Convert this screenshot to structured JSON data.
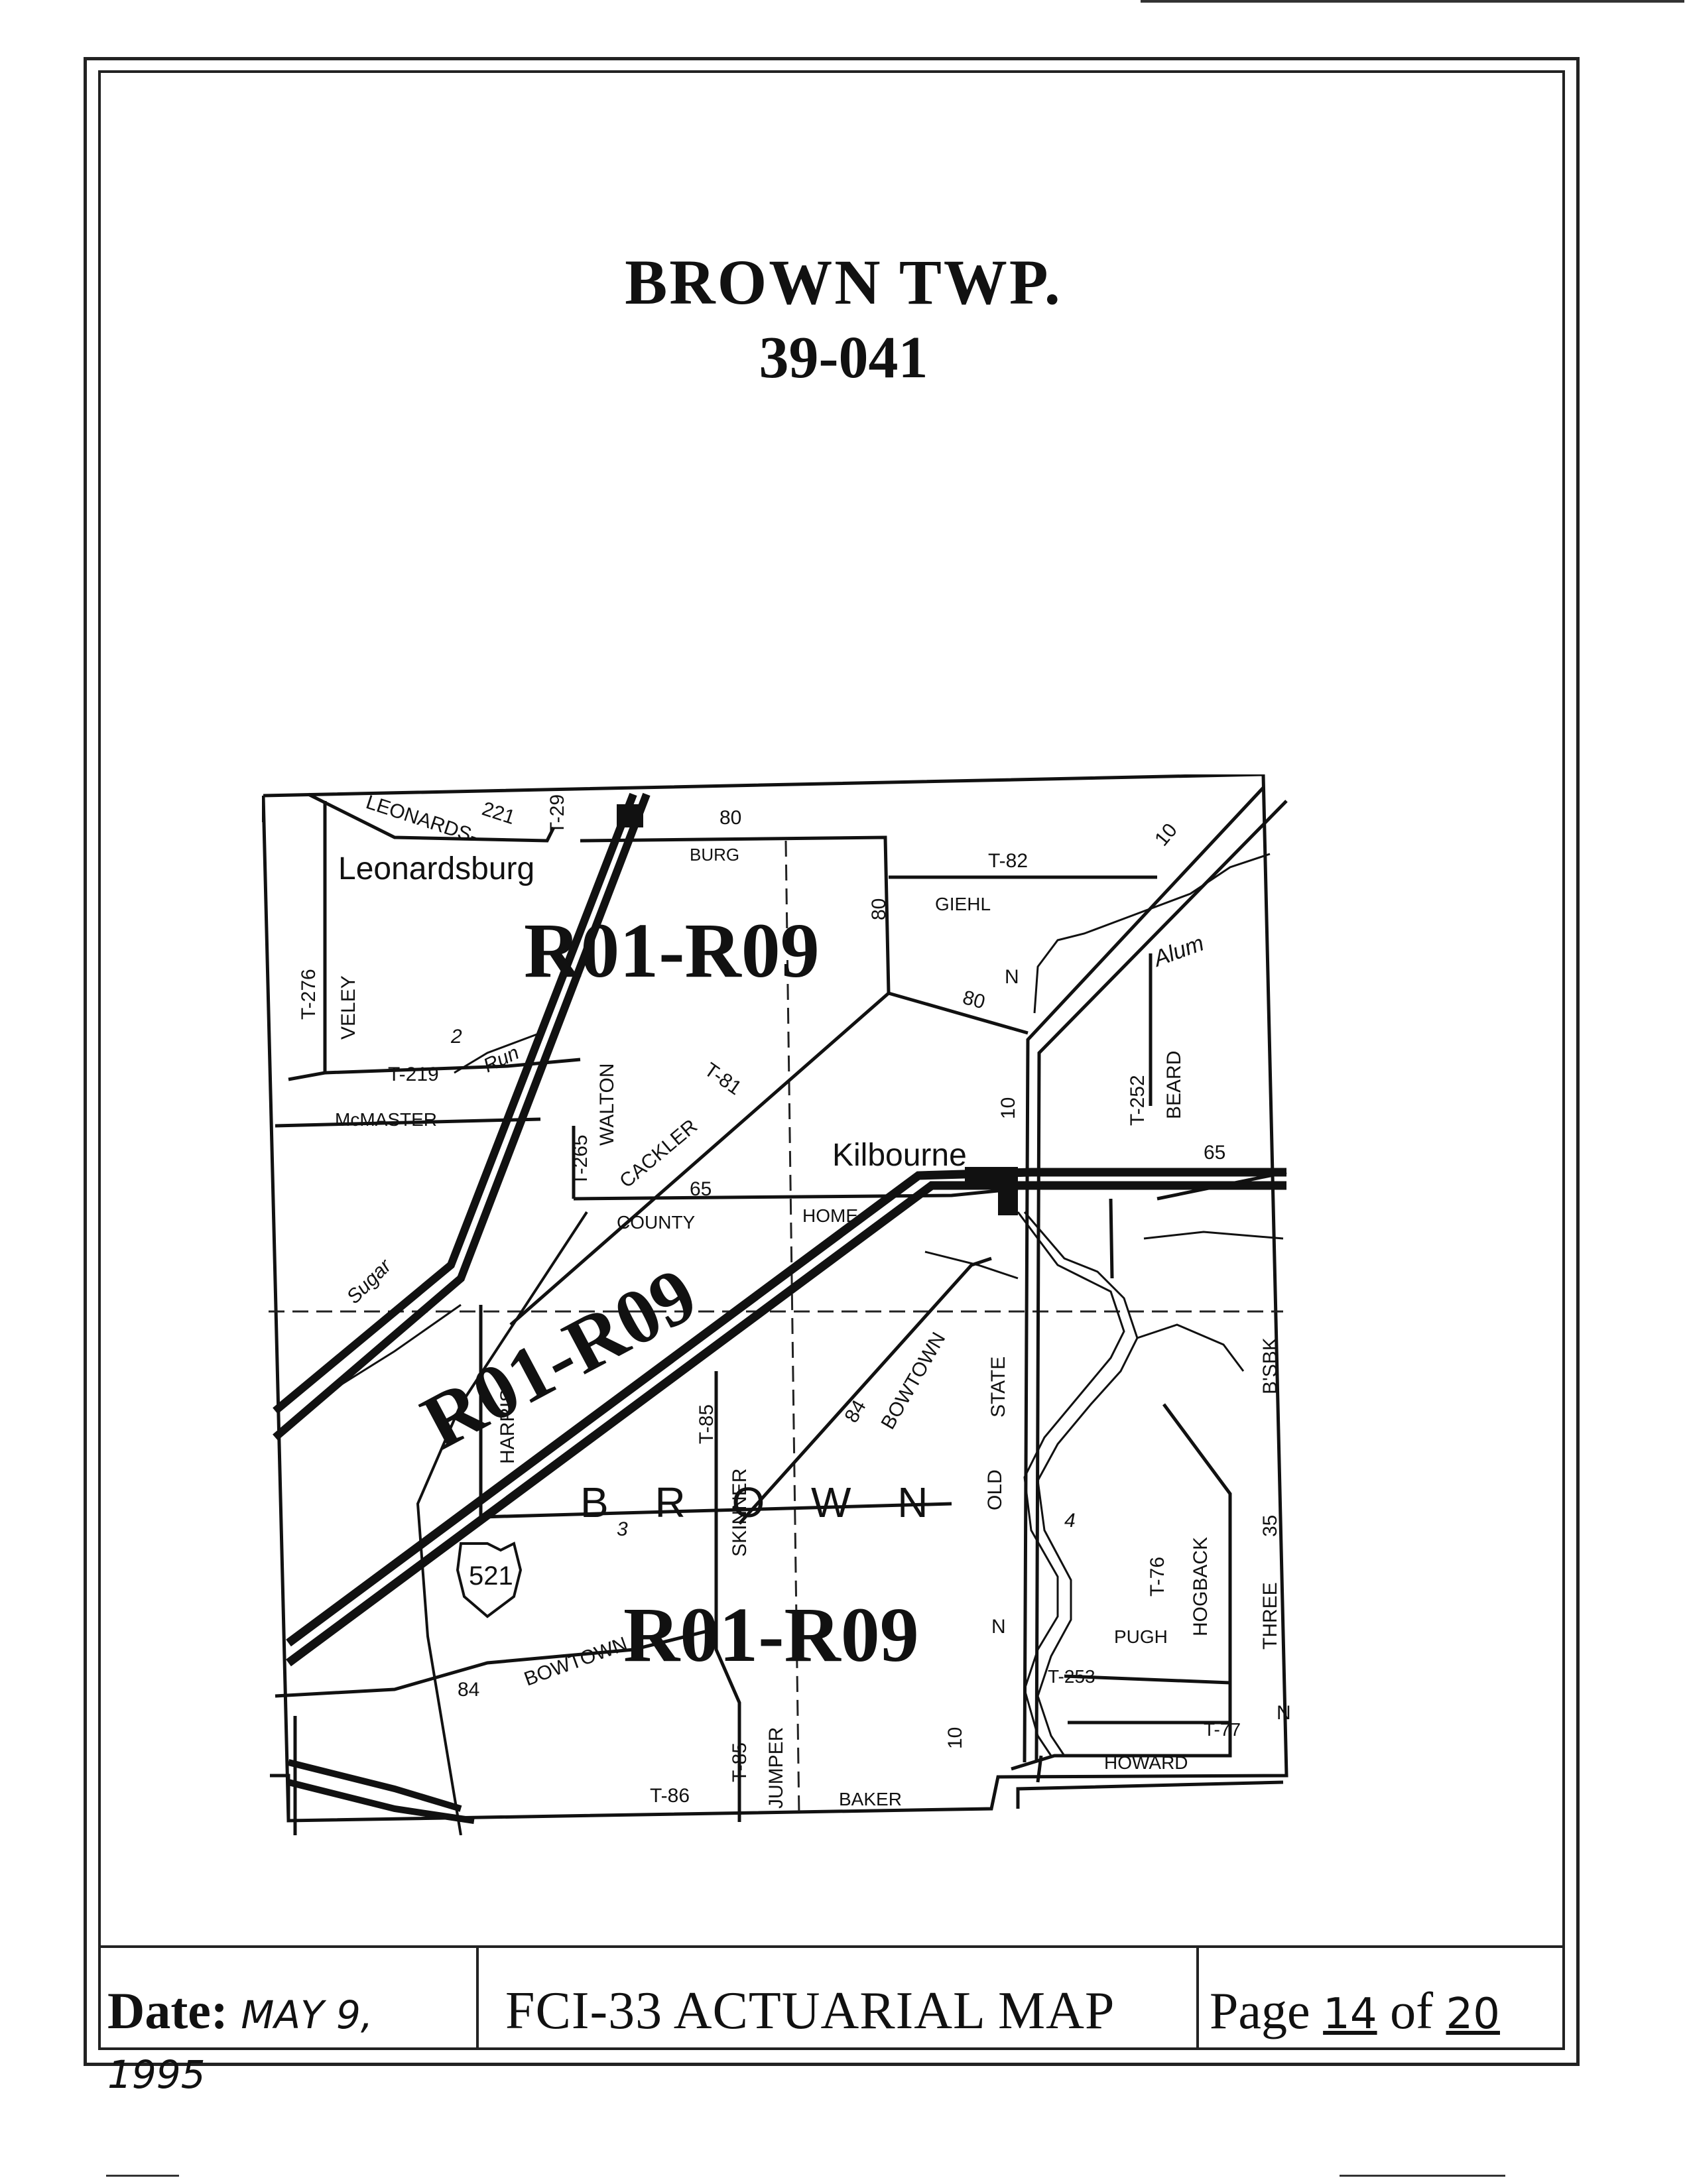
{
  "header": {
    "title": "BROWN TWP.",
    "code": "39-041"
  },
  "map": {
    "township_label": "B R O W N",
    "rate_labels": [
      "R01-R09",
      "R01-R09",
      "R01-R09"
    ],
    "places": [
      "Leonardsburg",
      "Kilbourne"
    ],
    "roads": {
      "leonardsburg": "LEONARDS-",
      "r221": "221",
      "t29": "T-29",
      "r80a": "80",
      "burg": "BURG",
      "t82": "T-82",
      "r10a": "10",
      "r80b": "80",
      "giehl": "GIEHL",
      "t276": "T-276",
      "veley": "VELEY",
      "r80c": "80",
      "alum": "Alum",
      "n2": "2",
      "run": "Run",
      "t81": "T-81",
      "t219": "T-219",
      "mcmaster": "McMASTER",
      "t265": "T-265",
      "walton": "WALTON",
      "cackler": "CACKLER",
      "r10b": "10",
      "t252": "T-252",
      "beard": "BEARD",
      "r65a": "65",
      "r65b": "65",
      "county": "COUNTY",
      "home": "HOME",
      "sugar": "Sugar",
      "bsbk": "B'SBK",
      "harris": "HARRIS",
      "t85a": "T-85",
      "r84a": "84",
      "bowtown1": "BOWTOWN",
      "state": "STATE",
      "old": "OLD",
      "n3": "3",
      "skinner": "SKINNER",
      "three": "THREE",
      "r35": "35",
      "n4": "4",
      "t76": "T-76",
      "hogback": "HOGBACK",
      "r521": "521",
      "r84b": "84",
      "bowtown2": "BOWTOWN",
      "pugh": "PUGH",
      "t253": "T-253",
      "r10c": "10",
      "t77": "T-77",
      "t85b": "T-85",
      "jumper": "JUMPER",
      "howard": "HOWARD",
      "t86": "T-86",
      "baker": "BAKER",
      "n_a": "N",
      "n_b": "N",
      "n_c": "N"
    }
  },
  "footer": {
    "date_label": "Date:",
    "date_value": "MAY 9, 1995",
    "map_title": "FCI-33 ACTUARIAL MAP",
    "page_label": "Page",
    "page_number": "14",
    "page_of": "of",
    "page_total": "20"
  }
}
